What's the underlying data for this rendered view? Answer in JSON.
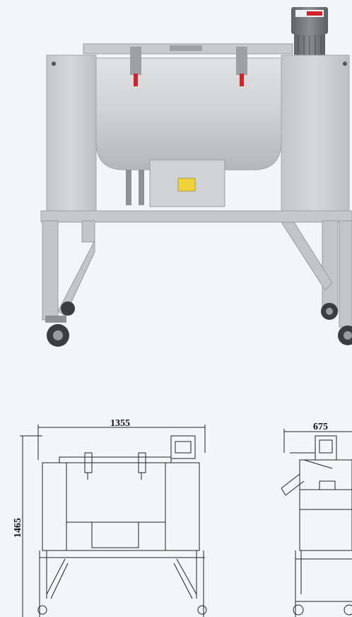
{
  "drawing": {
    "width_label": "1355",
    "depth_label": "675",
    "height_label": "1465"
  },
  "colors": {
    "background": "#f4f5f6",
    "steel_light": "#d4d5d6",
    "steel_mid": "#b9bbbd",
    "steel_dark": "#8f9295",
    "motor": "#6f7478",
    "handle_red": "#d1242a",
    "label_yellow": "#f0d23a"
  }
}
